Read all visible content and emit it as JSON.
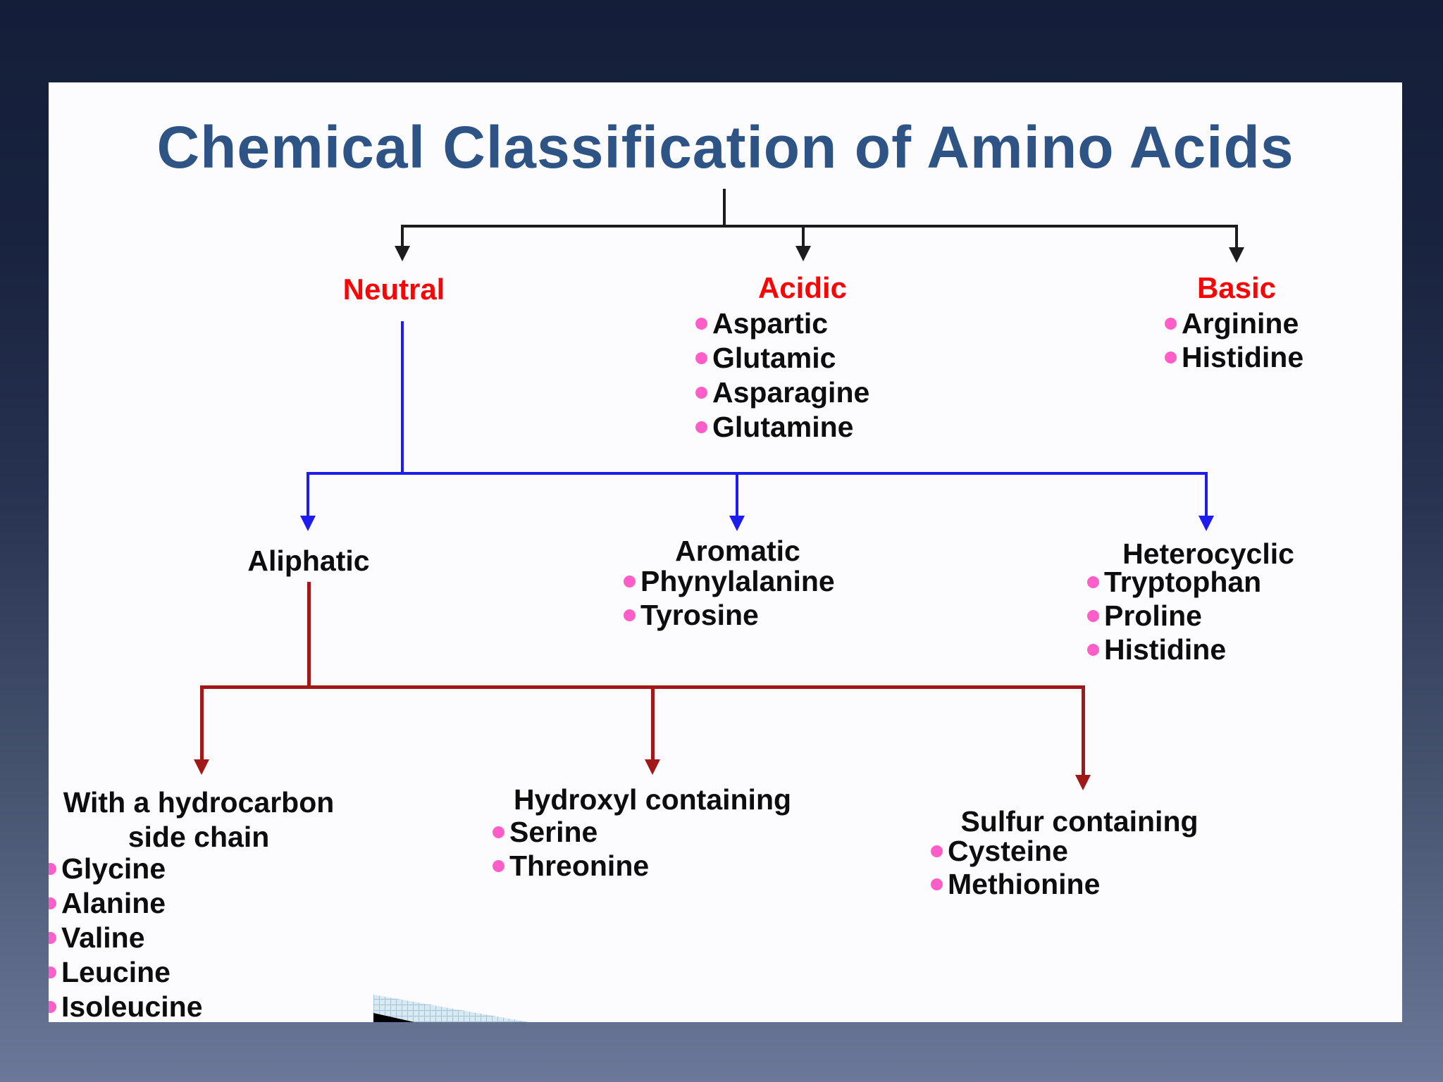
{
  "slide": {
    "title": "Chemical Classification of Amino Acids",
    "tree": {
      "level1": [
        {
          "label": "Neutral",
          "items": []
        },
        {
          "label": "Acidic",
          "items": [
            "Aspartic",
            "Glutamic",
            "Asparagine",
            "Glutamine"
          ]
        },
        {
          "label": "Basic",
          "items": [
            "Arginine",
            "Histidine"
          ]
        }
      ],
      "level2": [
        {
          "label": "Aliphatic",
          "items": []
        },
        {
          "label": "Aromatic",
          "items": [
            "Phynylalanine",
            "Tyrosine"
          ]
        },
        {
          "label": "Heterocyclic",
          "items": [
            "Tryptophan",
            "Proline",
            "Histidine"
          ]
        }
      ],
      "level3": [
        {
          "label": "With a hydrocarbon side chain",
          "items": [
            "Glycine",
            "Alanine",
            "Valine",
            "Leucine",
            "Isoleucine"
          ]
        },
        {
          "label": "Hydroxyl containing",
          "items": [
            "Serine",
            "Threonine"
          ]
        },
        {
          "label": "Sulfur containing",
          "items": [
            "Cysteine",
            "Methionine"
          ]
        }
      ]
    },
    "icons": {
      "bullet": "filled-pink-circle"
    },
    "colors": {
      "title_text": "#2e5486",
      "category_text": "#fa0505",
      "item_text": "#0d0d0d",
      "bullet": "#ff5dc8",
      "connector_level1": "#1c1c1c",
      "connector_level2": "#1d1df0",
      "connector_level3": "#a01818",
      "slide_background": "#fcfbfd",
      "page_background_top": "#141e39",
      "page_background_bottom": "#6b7899"
    }
  }
}
